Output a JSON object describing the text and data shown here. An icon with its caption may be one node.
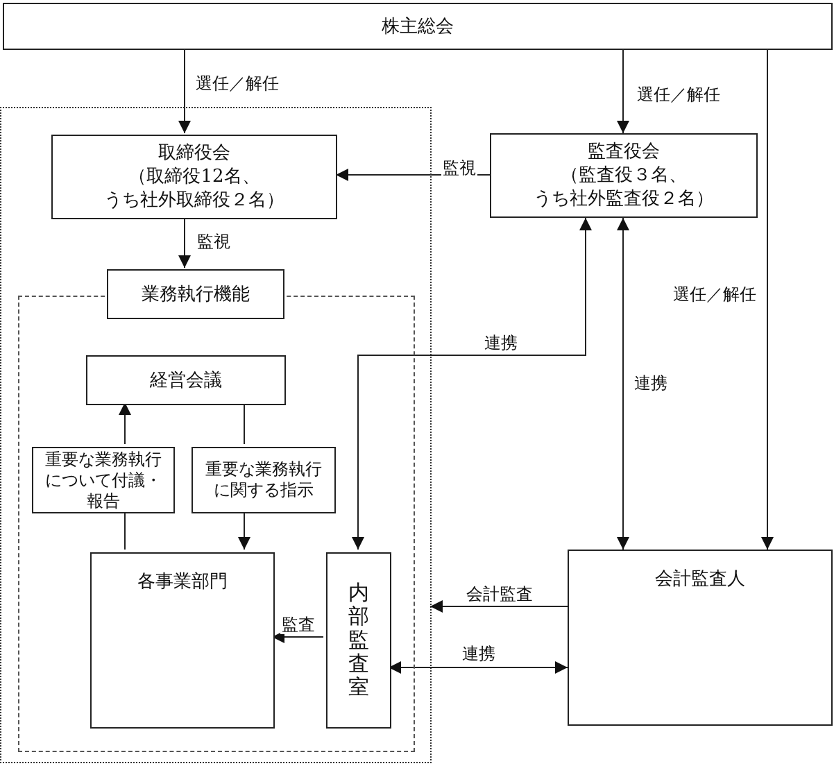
{
  "diagram": {
    "nodes": [
      {
        "text": [
          "株主総会"
        ]
      },
      {
        "text": [],
        "shape": "box"
      },
      {
        "text": [
          "取締役会",
          "（取締役12名、うち社外取締役２名）"
        ],
        "in": 1
      },
      {
        "text": [
          "監査役会",
          "（監査役３名、うち社外監査役２名）"
        ]
      },
      {
        "text": [],
        "shape": "box",
        "in": 1
      },
      {
        "text": [
          "業務執行機能"
        ],
        "in": 1
      },
      {
        "text": [
          "経営会議"
        ],
        "in": 4
      },
      {
        "text": [
          "重要な業務執行について付議・報告"
        ],
        "in": 4
      },
      {
        "text": [
          "重要な業務執行に関する指示"
        ],
        "in": 4
      },
      {
        "text": [
          "各事業部門"
        ],
        "in": 4
      },
      {
        "text": [
          "内部監査室"
        ],
        "in": 4
      },
      {
        "text": [
          "会計監査人"
        ]
      }
    ],
    "edges": [
      {
        "from": 0,
        "to": 2,
        "arrow": "to",
        "label": "選任／解任"
      },
      {
        "from": 0,
        "to": 3,
        "arrow": "to",
        "label": "選任／解任"
      },
      {
        "from": 0,
        "to": 11,
        "arrow": "to",
        "label": "選任／解任"
      },
      {
        "from": 3,
        "to": 2,
        "arrow": "to",
        "label": "監視"
      },
      {
        "from": 2,
        "to": 5,
        "arrow": "to",
        "label": "監視"
      },
      {
        "from": 9,
        "to": 7,
        "arrow": "none"
      },
      {
        "from": 7,
        "to": 6,
        "arrow": "to"
      },
      {
        "from": 6,
        "to": 8,
        "arrow": "none"
      },
      {
        "from": 8,
        "to": 9,
        "arrow": "to"
      },
      {
        "from": 3,
        "to": 10,
        "arrow": "both",
        "label": "連携"
      },
      {
        "from": 3,
        "to": 11,
        "arrow": "both",
        "label": "連携"
      },
      {
        "from": 11,
        "to": 1,
        "arrow": "to",
        "label": "会計監査"
      },
      {
        "from": 10,
        "to": 9,
        "arrow": "to",
        "label": "監査"
      },
      {
        "from": 10,
        "to": 11,
        "arrow": "both",
        "label": "連携"
      }
    ]
  }
}
